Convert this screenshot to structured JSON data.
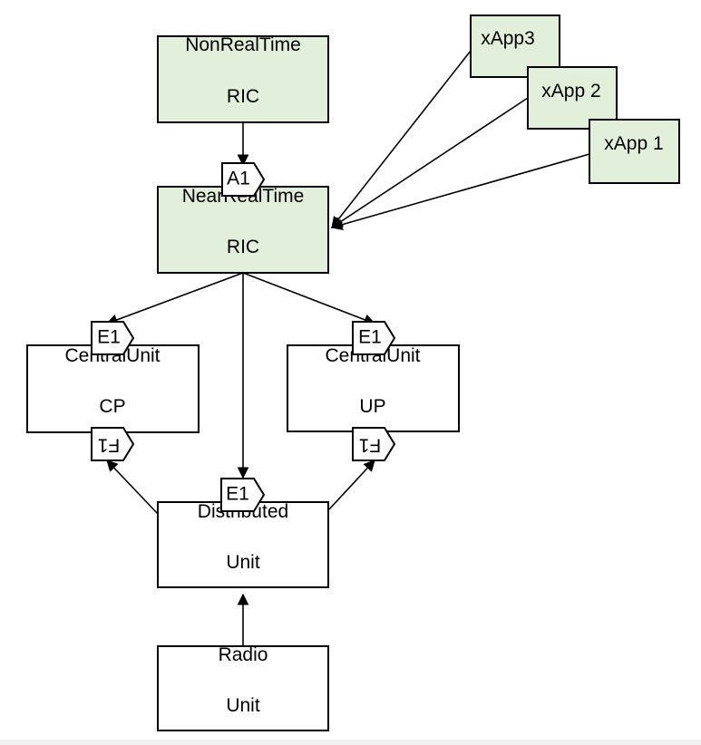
{
  "nodes": {
    "nonrt_ric": {
      "line1": "NonRealTime",
      "line2": "RIC"
    },
    "nearrt_ric": {
      "line1": "NearRealTime",
      "line2": "RIC"
    },
    "cu_cp": {
      "line1": "CentralUnit",
      "line2": "CP"
    },
    "cu_up": {
      "line1": "CentralUnit",
      "line2": "UP"
    },
    "du": {
      "line1": "Distributed",
      "line2": "Unit"
    },
    "ru": {
      "line1": "Radio",
      "line2": "Unit"
    },
    "xapp3": {
      "label": "xApp3"
    },
    "xapp2": {
      "label": "xApp 2"
    },
    "xapp1": {
      "label": "xApp 1"
    }
  },
  "interfaces": {
    "a1": "A1",
    "e1_cp": "E1",
    "e1_up": "E1",
    "e1_du": "E1",
    "f1_cp": "F1",
    "f1_up": "F1"
  },
  "colors": {
    "ric_fill": "#e2efda",
    "box_fill": "#ffffff",
    "stroke": "#000000"
  }
}
